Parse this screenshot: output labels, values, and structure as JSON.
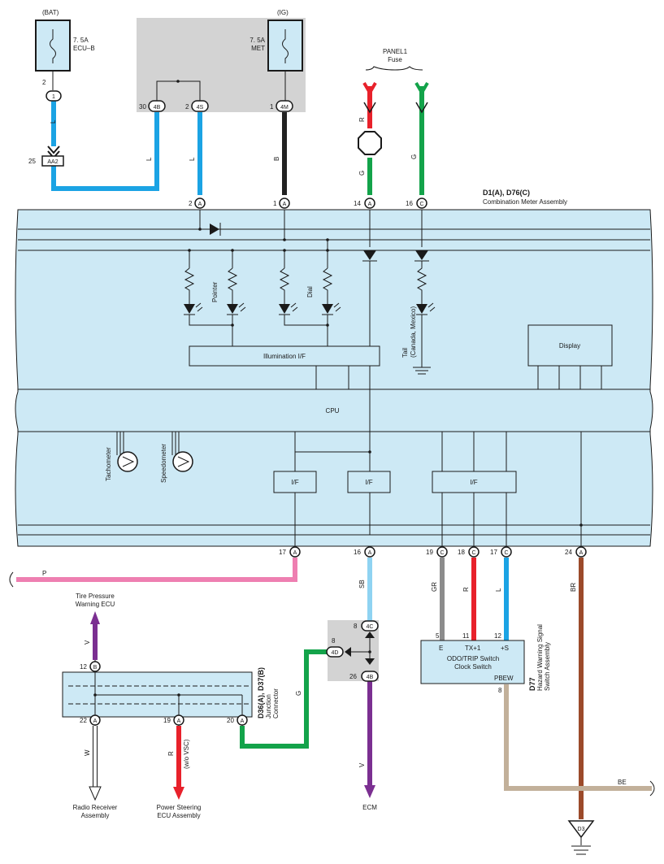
{
  "colors": {
    "L": "#1ba3e4",
    "B": "#222222",
    "R": "#e8212b",
    "G": "#13a34a",
    "P": "#ee7fb1",
    "SB": "#8fd3f2",
    "GR": "#8c8c8c",
    "BR": "#9c4a2a",
    "BE": "#c2b09a",
    "V": "#7b2f91",
    "W": "#ffffff",
    "panel": "#cde9f5",
    "gray": "#d3d3d3"
  },
  "fuses": {
    "bat": {
      "source": "(BAT)",
      "rating": "7. 5A",
      "name": "ECU–B"
    },
    "ig": {
      "source": "(IG)",
      "rating": "7. 5A",
      "name": "MET"
    },
    "panel": {
      "line1": "PANEL1",
      "line2": "Fuse"
    }
  },
  "connectors": {
    "bat_pin": "2",
    "bat_circle": "1",
    "aa2_pin": "25",
    "aa2": "AA2",
    "p30": "30",
    "c4b": "4B",
    "p2s": "2",
    "c4s": "4S",
    "p1m": "1",
    "c4m": "4M",
    "a2": "2",
    "a1": "1",
    "a14": "14",
    "c16": "16",
    "a17": "17",
    "a16": "16",
    "c19": "19",
    "c18": "18",
    "c17": "17",
    "a24": "24",
    "jb8": "8",
    "c4c": "4C",
    "jb8b": "8",
    "c4d": "4D",
    "jb26": "26",
    "c4b2": "4B",
    "b12": "12",
    "a22": "22",
    "a19": "19",
    "a20": "20",
    "sw5": "5",
    "sw11": "11",
    "sw12": "12",
    "sw8": "8",
    "A": "A",
    "B": "B",
    "C": "C"
  },
  "wire_labels": {
    "L": "L",
    "B": "B",
    "R": "R",
    "G": "G",
    "P": "P",
    "SB": "SB",
    "GR": "GR",
    "BR": "BR",
    "BE": "BE",
    "V": "V",
    "W": "W",
    "wo_vsc": "(w/o VSC)"
  },
  "meter": {
    "ref": "D1(A), D76(C)",
    "name": "Combination Meter Assembly",
    "illumination": "Illumination I/F",
    "display": "Display",
    "cpu": "CPU",
    "pointer": "Pointer",
    "dial": "Dial",
    "tail_line1": "Tail",
    "tail_line2": "(Canada,   Mexico)",
    "tachometer": "Tachometer",
    "speedometer": "Speedometer",
    "if1": "I/F",
    "if2": "I/F",
    "if3": "I/F"
  },
  "junction": {
    "ref": "D36(A), D37(B)",
    "line1": "Junction",
    "line2": "Connector"
  },
  "switch": {
    "pin_e": "E",
    "pin_tx": "TX+1",
    "pin_s": "+S",
    "pin_pbew": "PBEW",
    "line1": "ODO/TRIP Switch",
    "line2": "Clock Switch",
    "ref": "D77",
    "side1": "Hazard Warning Signal",
    "side2": "Switch Assembly"
  },
  "destinations": {
    "tire1": "Tire Pressure",
    "tire2": "Warning ECU",
    "radio1": "Radio Receiver",
    "radio2": "Assembly",
    "ps1": "Power Steering",
    "ps2": "ECU Assembly",
    "ecm": "ECM",
    "ground": "D3"
  }
}
